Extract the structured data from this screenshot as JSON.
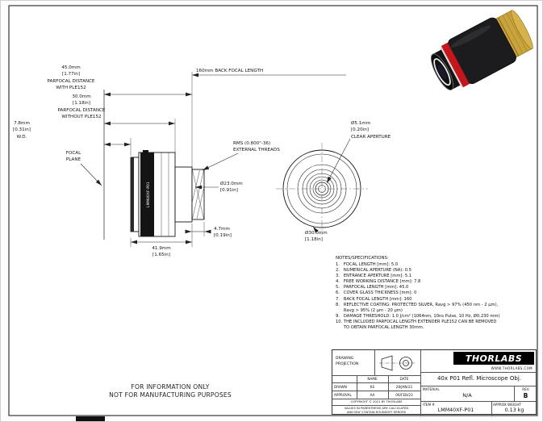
{
  "drawing": {
    "side_view": {
      "barrel_label": "LMM40XF-P01",
      "dim_parfocal_with": {
        "mm": "45.0mm",
        "in": "[1.77in]",
        "desc1": "PARFOCAL DISTANCE",
        "desc2": "WITH PLE152"
      },
      "dim_parfocal_without": {
        "mm": "30.0mm",
        "in": "[1.18in]",
        "desc1": "PARFOCAL DISTANCE",
        "desc2": "WITHOUT PLE152"
      },
      "dim_wd": {
        "mm": "7.8mm",
        "in": "[0.31in]",
        "desc": "W.D."
      },
      "dim_bfl": "160mm BACK FOCAL LENGTH",
      "focal_plane1": "FOCAL",
      "focal_plane2": "PLANE",
      "threads1": "RMS (0.800\"-36)",
      "threads2": "EXTERNAL THREADS",
      "dim_dia": {
        "mm": "Ø23.0mm",
        "in": "[0.91in]"
      },
      "dim_thread_len": {
        "mm": "4.7mm",
        "in": "[0.19in]"
      },
      "dim_body_len": {
        "mm": "41.9mm",
        "in": "[1.65in]"
      }
    },
    "front_view": {
      "clear_aperture": {
        "mm": "Ø5.1mm",
        "in": "[0.20in]",
        "desc": "CLEAR APERTURE"
      },
      "outer_dia": {
        "mm": "Ø30.0mm",
        "in": "[1.18in]"
      }
    }
  },
  "notes": {
    "title": "NOTES/SPECIFICATIONS:",
    "items": [
      "1.   FOCAL LENGTH [mm]: 5.0",
      "2.   NUMERICAL APERTURE (NA): 0.5",
      "3.   ENTRANCE APERTURE [mm]: 5.1",
      "4.   FREE WORKING DISTANCE [mm]: 7.8",
      "5.   PARFOCAL LENGTH [mm]: 45.0",
      "6.   COVER GLASS THICKNESS [mm]: 0",
      "7.   BACK FOCAL LENGTH [mm]: 160",
      "8.   REFLECTIVE COATING: PROTECTED SILVER, Ravg > 97% (450 nm - 2 µm),",
      "      Ravg > 95% (2 µm - 20 µm)",
      "9.   DAMAGE THRESHOLD: 1.0 J/cm² (1064nm, 10ns Pulse, 10 Hz, Ø0.230 mm)",
      "10. THE INCLUDED PARFOCAL LENGTH EXTENDER PLE152 CAN BE REMOVED",
      "      TO OBTAIN PARFOCAL LENGTH 30mm."
    ]
  },
  "watermark": {
    "line1": "FOR INFORMATION ONLY",
    "line2": "NOT FOR MANUFACTURING PURPOSES"
  },
  "title_block": {
    "projection_line1": "DRAWING",
    "projection_line2": "PROJECTION",
    "col_name": "NAME",
    "col_date": "DATE",
    "drawn_label": "DRAWN",
    "drawn_name": "KS",
    "drawn_date": "28/JAN/21",
    "approval_label": "APPROVAL",
    "approval_name": "AA",
    "approval_date": "06/FEB/23",
    "copyright": "COPYRIGHT © 2021 BY THORLABS",
    "disclaimer1": "VALUES IN PARENTHESIS ARE CALCULATED",
    "disclaimer2": "AND MAY CONTAIN ROUNDOFF ERRORS",
    "logo_text": "THORLABS",
    "website": "WWW.THORLABS.COM",
    "title": "40x P01 Refl. Microscope Obj.",
    "material_label": "MATERIAL",
    "material_value": "N/A",
    "rev_label": "REV",
    "rev_value": "B",
    "item_label": "ITEM #",
    "item_value": "LMM40XF-P01",
    "weight_label": "APPROX WEIGHT",
    "weight_value": "0.13 kg"
  }
}
